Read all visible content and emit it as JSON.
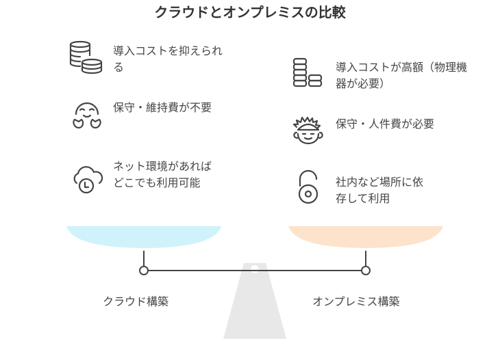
{
  "title": "クラウドとオンプレミスの比較",
  "cloud": {
    "label": "クラウド構築",
    "color": "#d0f2fb",
    "items": [
      {
        "icon": "coins-icon",
        "text": "導入コストを抑えられる"
      },
      {
        "icon": "happy-face-icon",
        "text": "保守・維持費が不要"
      },
      {
        "icon": "cloud-clock-icon",
        "text": "ネット環境があればどこでも利用可能"
      }
    ]
  },
  "onprem": {
    "label": "オンプレミス構築",
    "color": "#fde3cc",
    "items": [
      {
        "icon": "stacked-coins-icon",
        "text": "導入コストが高額（物理機器が必要）"
      },
      {
        "icon": "worker-face-icon",
        "text": "保守・人件費が必要"
      },
      {
        "icon": "padlock-icon",
        "text": "社内など場所に依存して利用"
      }
    ]
  }
}
